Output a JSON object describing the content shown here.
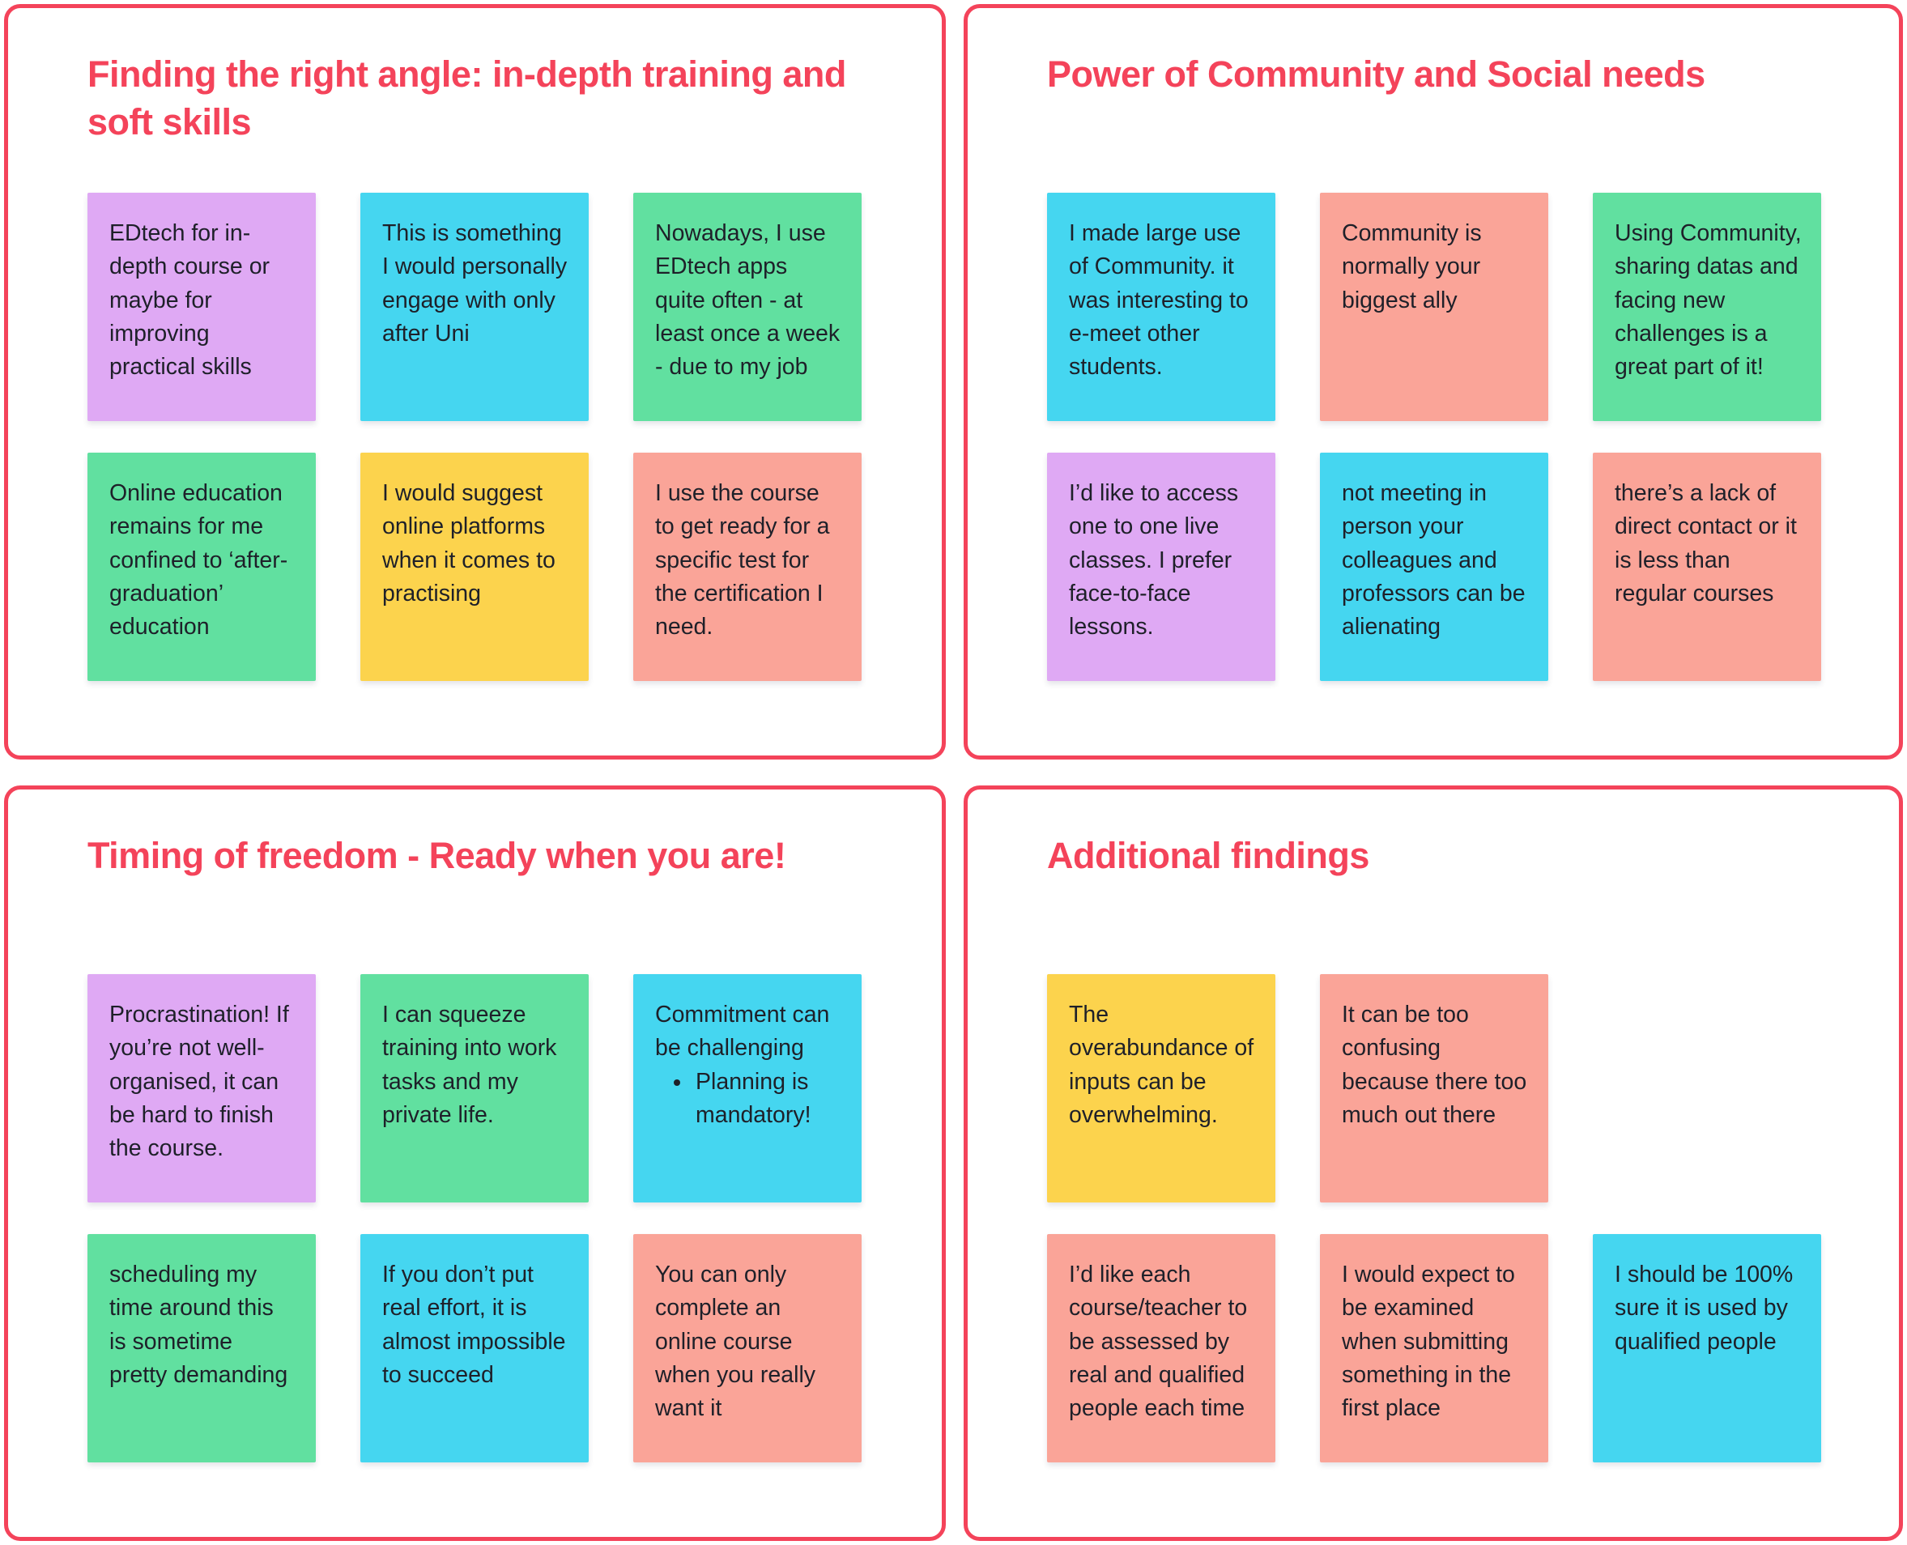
{
  "board": {
    "accent_red": "#F4435A",
    "palette": {
      "purple": "#DFA9F4",
      "cyan": "#45D6F0",
      "green": "#61E0A0",
      "yellow": "#FCD34D",
      "salmon": "#FAA498"
    },
    "quadrants": [
      {
        "id": "finding-right-angle",
        "title": "Finding the right angle: in-depth training and soft skills",
        "notes": [
          {
            "row": 1,
            "col": 1,
            "color": "purple",
            "text": "EDtech for in-depth course or maybe for improving practical skills"
          },
          {
            "row": 1,
            "col": 2,
            "color": "cyan",
            "text": "This is something I would personally engage with only after Uni"
          },
          {
            "row": 1,
            "col": 3,
            "color": "green",
            "text": "Nowadays, I use EDtech apps quite often - at least once a week -  due to my job"
          },
          {
            "row": 2,
            "col": 1,
            "color": "green",
            "text": "Online education remains for me confined to ‘after-graduation’ education"
          },
          {
            "row": 2,
            "col": 2,
            "color": "yellow",
            "text": "I would suggest online platforms when it comes to practising"
          },
          {
            "row": 2,
            "col": 3,
            "color": "salmon",
            "text": "I use the course to get ready for a specific test for the certification I need."
          }
        ]
      },
      {
        "id": "power-of-community",
        "title": "Power of Community  and Social needs",
        "notes": [
          {
            "row": 1,
            "col": 1,
            "color": "cyan",
            "text": "I made large use of Community. it was interesting to e-meet other students."
          },
          {
            "row": 1,
            "col": 2,
            "color": "salmon",
            "text": "Community is normally your biggest ally"
          },
          {
            "row": 1,
            "col": 3,
            "color": "green",
            "text": "Using Community, sharing datas and facing new challenges is a great part of it!"
          },
          {
            "row": 2,
            "col": 1,
            "color": "purple",
            "text": "I’d like to access one to one live classes. I prefer face-to-face lessons."
          },
          {
            "row": 2,
            "col": 2,
            "color": "cyan",
            "text": "not meeting in person your colleagues and professors can be alienating"
          },
          {
            "row": 2,
            "col": 3,
            "color": "salmon",
            "text": "there’s a lack of direct contact or it is less than regular courses"
          }
        ]
      },
      {
        "id": "timing-of-freedom",
        "title": "Timing of freedom - Ready when you are!",
        "notes": [
          {
            "row": 1,
            "col": 1,
            "color": "purple",
            "text": "Procrastination! If you’re not well-organised, it can be hard to finish the course."
          },
          {
            "row": 1,
            "col": 2,
            "color": "green",
            "text": "I can squeeze training into work tasks and my private life."
          },
          {
            "row": 1,
            "col": 3,
            "color": "cyan",
            "text": "Commitment can be challenging",
            "bullets": [
              "Planning is mandatory!"
            ]
          },
          {
            "row": 2,
            "col": 1,
            "color": "green",
            "text": "scheduling my time around this is sometime pretty demanding"
          },
          {
            "row": 2,
            "col": 2,
            "color": "cyan",
            "text": "If you don’t put real effort, it is almost impossible to succeed"
          },
          {
            "row": 2,
            "col": 3,
            "color": "salmon",
            "text": "You can only complete an online course when you really want it"
          }
        ]
      },
      {
        "id": "additional-findings",
        "title": "Additional findings",
        "notes": [
          {
            "row": 1,
            "col": 1,
            "color": "yellow",
            "text": "The overabundance of inputs can be overwhelming."
          },
          {
            "row": 1,
            "col": 2,
            "color": "salmon",
            "text": "It can be too confusing because there too much out there"
          },
          {
            "row": 2,
            "col": 1,
            "color": "salmon",
            "text": "I’d like each course/teacher to be assessed by real and qualified people each time"
          },
          {
            "row": 2,
            "col": 2,
            "color": "salmon",
            "text": "I would expect to be examined when submitting something in the first place"
          },
          {
            "row": 2,
            "col": 3,
            "color": "cyan",
            "text": "I should be 100% sure it is used by qualified people"
          }
        ]
      }
    ]
  }
}
